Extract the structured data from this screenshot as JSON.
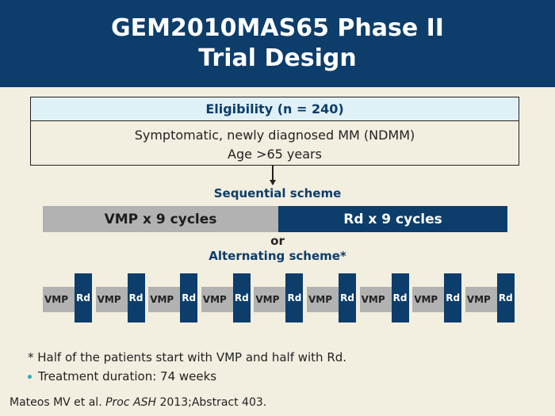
{
  "header": {
    "title_line1": "GEM2010MAS65 Phase II",
    "title_line2": "Trial Design"
  },
  "eligibility": {
    "heading": "Eligibility (n = 240)",
    "line1": "Symptomatic, newly diagnosed MM (NDMM)",
    "line2": "Age >65 years"
  },
  "sequential": {
    "label": "Sequential scheme",
    "vmp": "VMP x 9 cycles",
    "rd": "Rd x 9 cycles"
  },
  "or_label": "or",
  "alternating": {
    "label": "Alternating scheme*",
    "blocks": [
      {
        "vmp": "VMP",
        "rd": "Rd"
      },
      {
        "vmp": "VMP",
        "rd": "Rd"
      },
      {
        "vmp": "VMP",
        "rd": "Rd"
      },
      {
        "vmp": "VMP",
        "rd": "Rd"
      },
      {
        "vmp": "VMP",
        "rd": "Rd"
      },
      {
        "vmp": "VMP",
        "rd": "Rd"
      },
      {
        "vmp": "VMP",
        "rd": "Rd"
      },
      {
        "vmp": "VMP",
        "rd": "Rd"
      },
      {
        "vmp": "VMP",
        "rd": "Rd"
      }
    ]
  },
  "notes": {
    "footnote": "* Half of the patients start with VMP and half with Rd.",
    "bullet": "Treatment duration: 74 weeks"
  },
  "citation": {
    "authors": "Mateos MV et al.",
    "journal": "Proc ASH",
    "rest": "2013;Abstract 403."
  },
  "colors": {
    "navy": "#0c3d6b",
    "grey": "#b2b2b2",
    "background": "#f2eee0",
    "eligibility_header": "#dff0f7"
  }
}
